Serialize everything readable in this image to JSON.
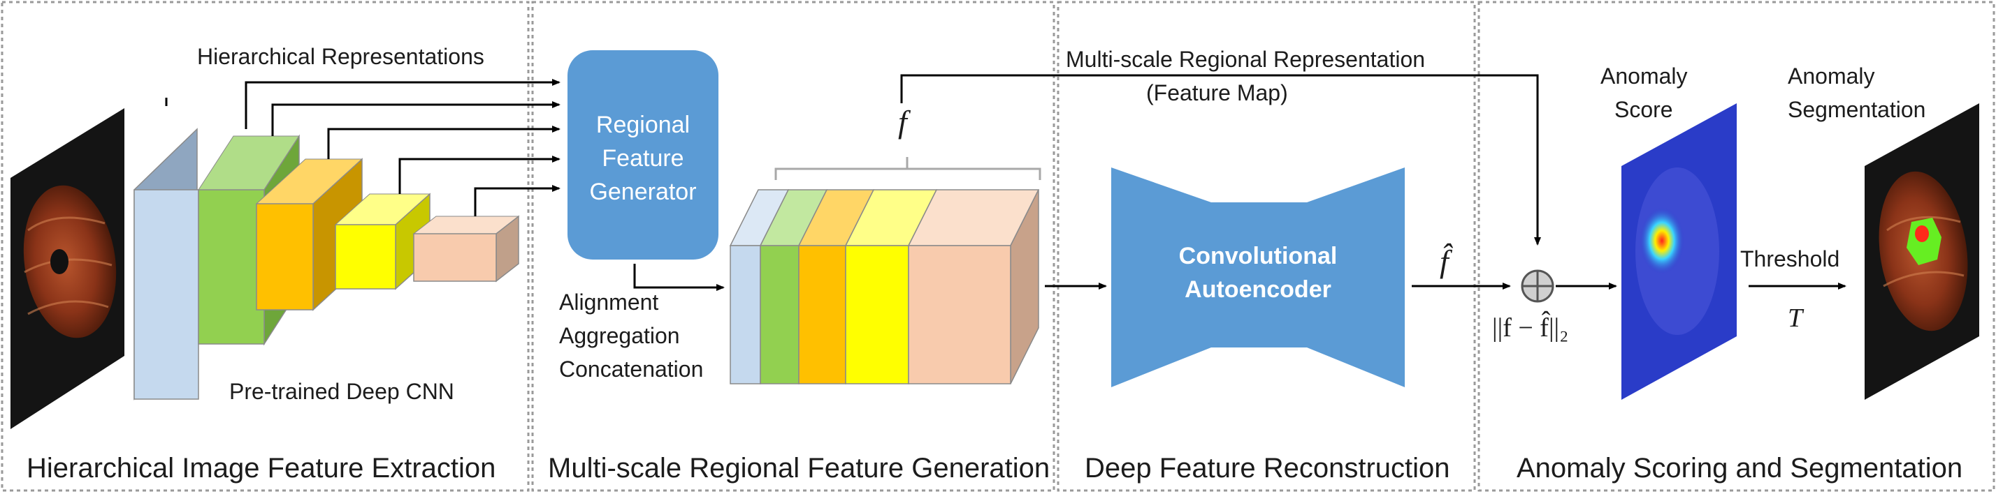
{
  "sections": [
    {
      "title": "Hierarchical Image Feature Extraction"
    },
    {
      "title": "Multi-scale Regional Feature Generation"
    },
    {
      "title": "Deep Feature Reconstruction"
    },
    {
      "title": "Anomaly Scoring and Segmentation"
    }
  ],
  "labels": {
    "hierarchical_representations": "Hierarchical Representations",
    "pretrained_cnn": "Pre-trained Deep CNN",
    "regional_generator_line1": "Regional",
    "regional_generator_line2": "Feature",
    "regional_generator_line3": "Generator",
    "alignment": "Alignment",
    "aggregation": "Aggregation",
    "concatenation": "Concatenation",
    "f": "f",
    "multiscale_line1": "Multi-scale Regional Representation",
    "multiscale_line2": "(Feature Map)",
    "conv_ae_line1": "Convolutional",
    "conv_ae_line2": "Autoencoder",
    "f_hat": "f̂",
    "error_norm": "||f − f̂||₂",
    "anomaly_score_line1": "Anomaly",
    "anomaly_score_line2": "Score",
    "anomaly_seg_line1": "Anomaly",
    "anomaly_seg_line2": "Segmentation",
    "threshold": "Threshold",
    "threshold_symbol": "T"
  },
  "colors": {
    "lightblue": "#c5d9ee",
    "green": "#92d050",
    "orange": "#ffc000",
    "yellow": "#ffff00",
    "peach": "#f8cbad",
    "generator": "#5b9bd5",
    "autoencoder": "#5b9bd5",
    "border": "#999999"
  }
}
